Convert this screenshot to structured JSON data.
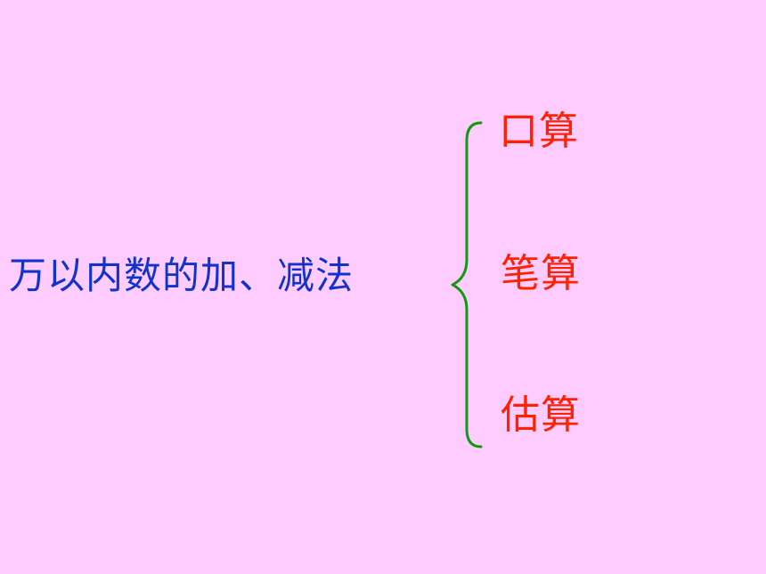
{
  "slide": {
    "topic": "万以内数的加、减法",
    "branches": [
      {
        "label": "口算"
      },
      {
        "label": "笔算"
      },
      {
        "label": "估算"
      }
    ]
  },
  "colors": {
    "background": "#ffccff",
    "topic_text": "#1133cc",
    "branch_text": "#ff2200",
    "brace": "#119911"
  }
}
